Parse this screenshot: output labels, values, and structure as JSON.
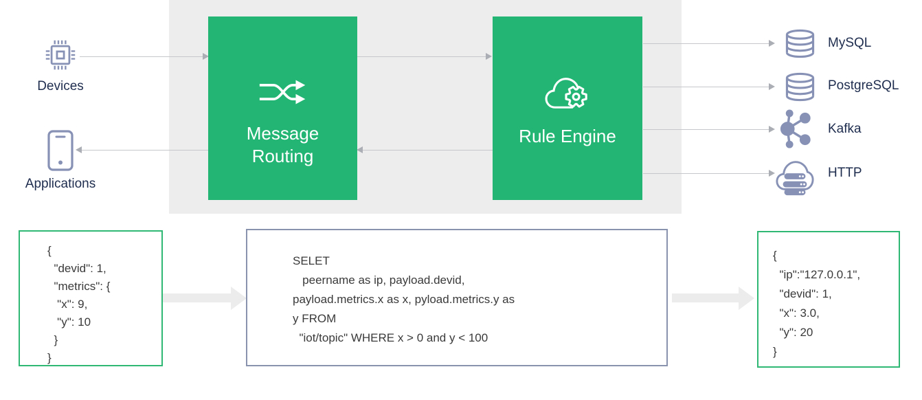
{
  "diagram": {
    "inputs": [
      {
        "label": "Devices",
        "icon": "chip-icon"
      },
      {
        "label": "Applications",
        "icon": "mobile-icon"
      }
    ],
    "nodes": [
      {
        "label": "Message Routing",
        "icon": "shuffle-icon"
      },
      {
        "label": "Rule Engine",
        "icon": "cloud-gear-icon"
      }
    ],
    "outputs": [
      {
        "label": "MySQL",
        "icon": "database-icon"
      },
      {
        "label": "PostgreSQL",
        "icon": "database-icon"
      },
      {
        "label": "Kafka",
        "icon": "kafka-icon"
      },
      {
        "label": "HTTP",
        "icon": "http-cloud-icon"
      }
    ]
  },
  "code": {
    "input_json": "{\n  \"devid\": 1,\n  \"metrics\": {\n   \"x\": 9,\n   \"y\": 10\n  }\n}",
    "rule_sql": "SELET\n   peername as ip, payload.devid,\npayload.metrics.x as x, pyload.metrics.y as\ny FROM\n  \"iot/topic\" WHERE x > 0 and y < 100",
    "output_json": "{\n  \"ip\":\"127.0.0.1\",\n  \"devid\": 1,\n  \"x\": 3.0,\n  \"y\": 20\n}"
  },
  "colors": {
    "panel_bg": "#ededee",
    "node_green": "#23b574",
    "icon_slate": "#8691b5",
    "label_navy": "#1e2c4e",
    "code_text": "#3a3a3a",
    "thin_arrow": "#c5c7cb",
    "big_arrow": "#ececec",
    "green_border": "#2fb874",
    "slate_border": "#8a93ae"
  }
}
